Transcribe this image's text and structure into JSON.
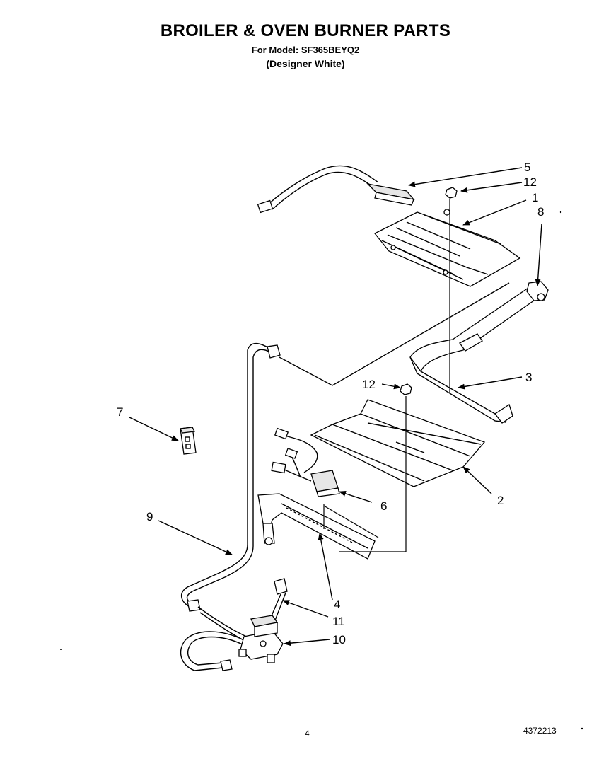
{
  "header": {
    "title": "BROILER & OVEN BURNER PARTS",
    "model_line": "For Model: SF365BEYQ2",
    "color_line": "(Designer White)"
  },
  "callouts": {
    "c1": "1",
    "c2": "2",
    "c3": "3",
    "c4": "4",
    "c5": "5",
    "c6": "6",
    "c7": "7",
    "c8": "8",
    "c9": "9",
    "c10": "10",
    "c11": "11",
    "c12a": "12",
    "c12b": "12"
  },
  "footer": {
    "page_number": "4",
    "document_number": "4372213"
  }
}
